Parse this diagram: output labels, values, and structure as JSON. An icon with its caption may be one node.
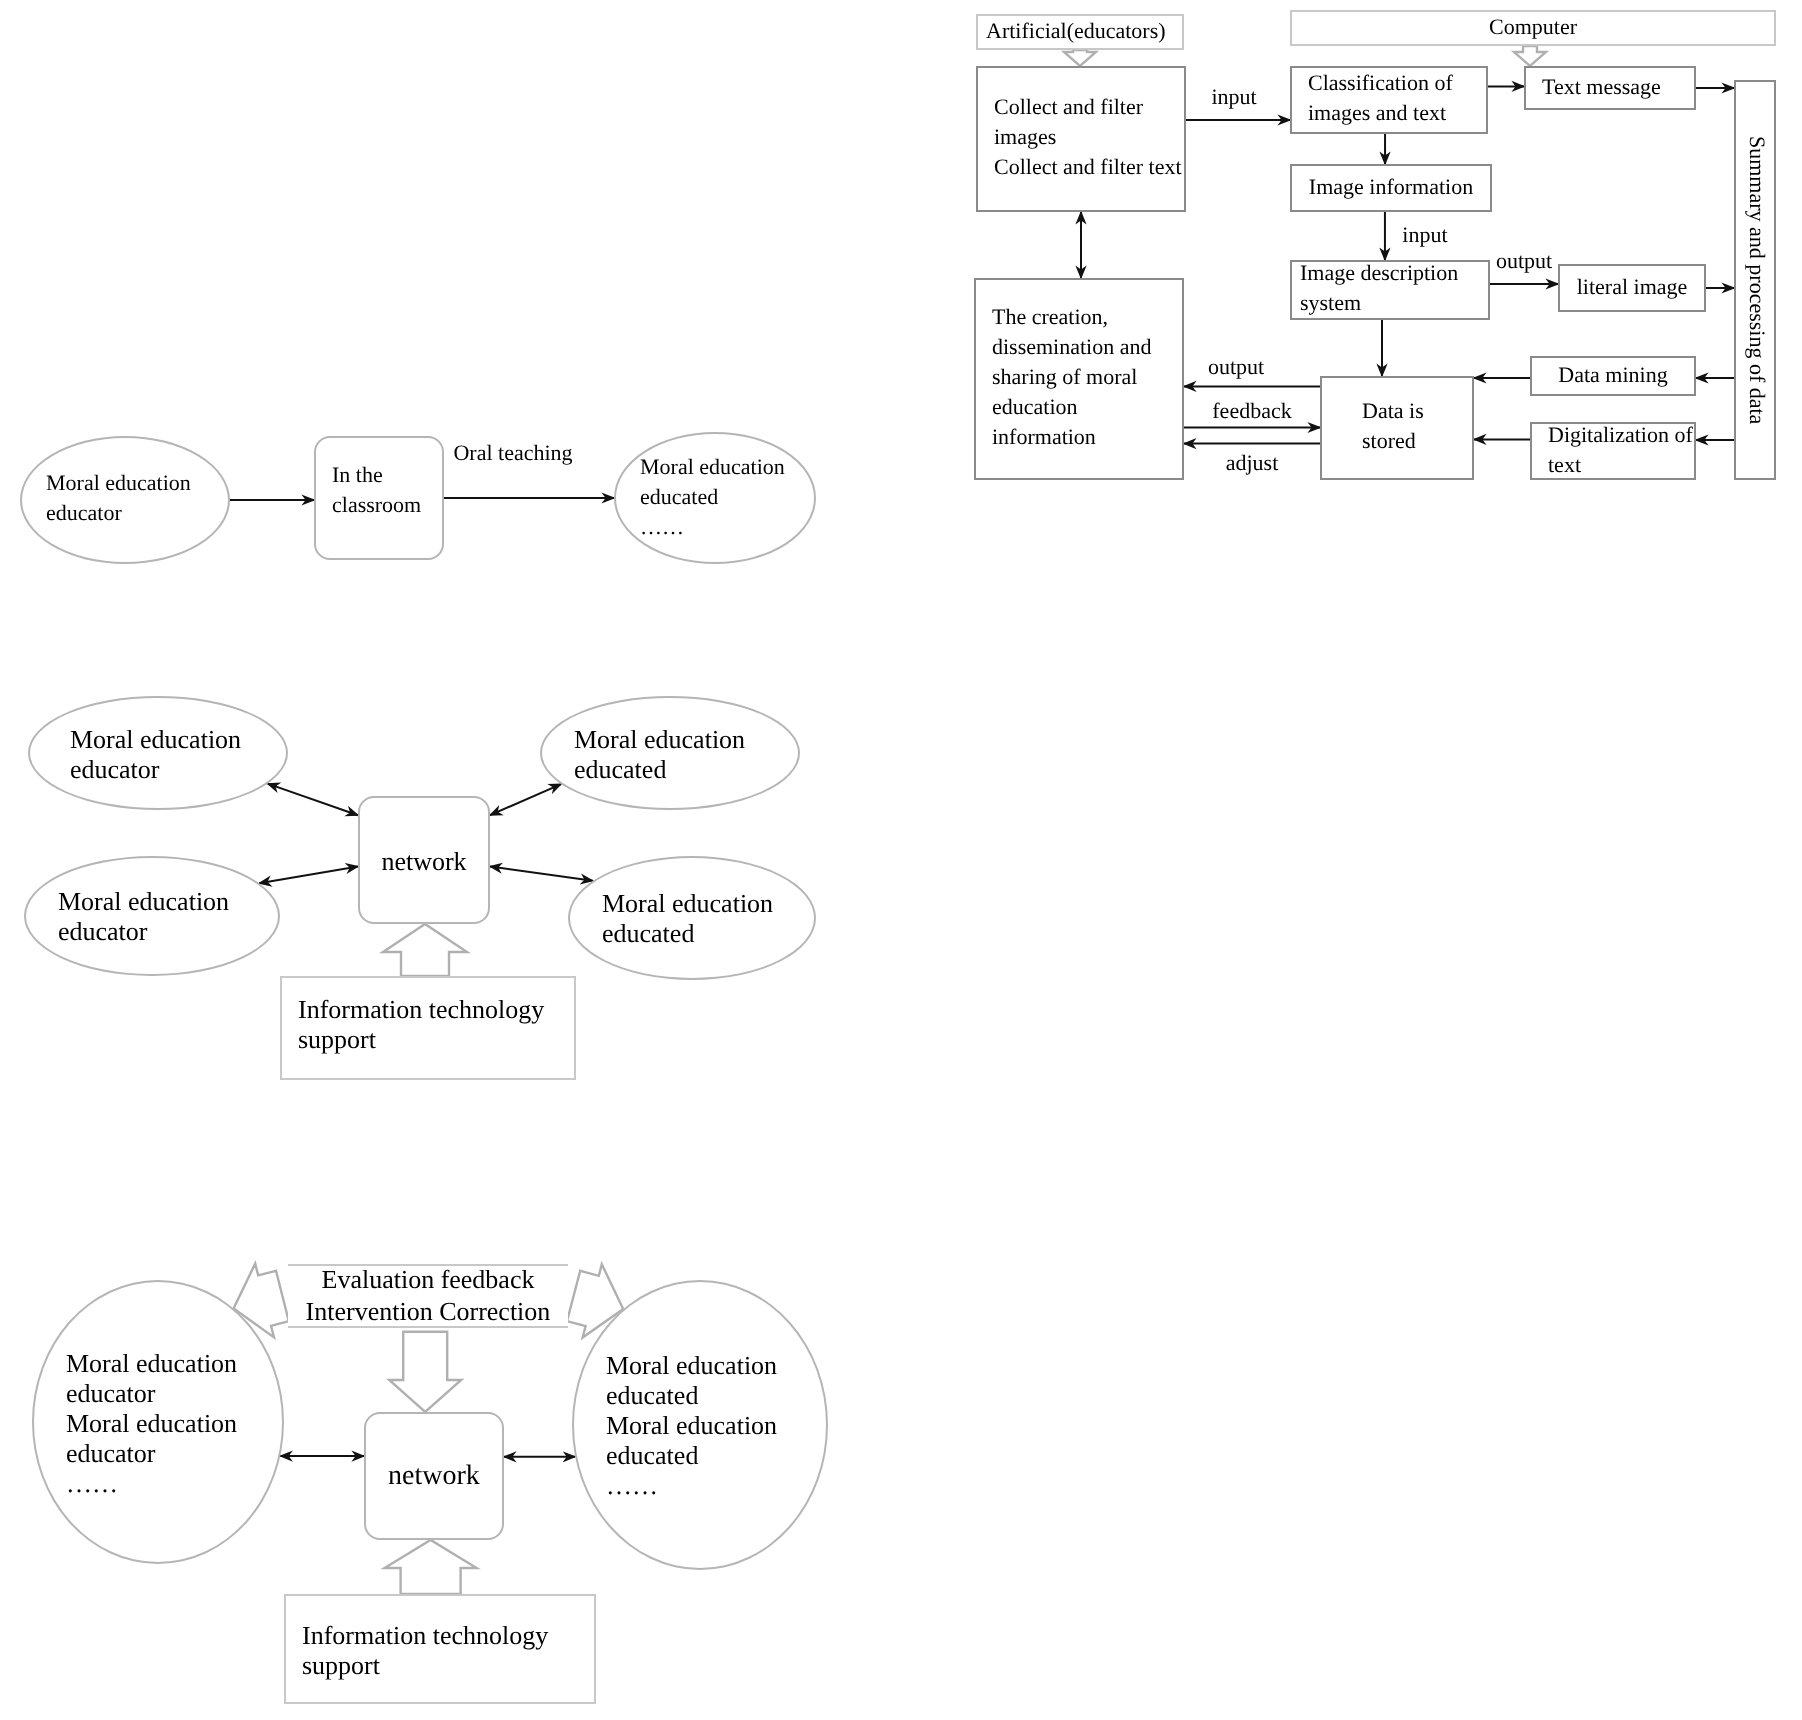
{
  "diagram": {
    "nodes": [
      {
        "text": [
          "Moral education educator"
        ]
      },
      {
        "text": [
          "In the classroom"
        ]
      },
      {
        "text": [
          "Moral education educated",
          "……"
        ]
      },
      {
        "text": [
          "Moral education educator"
        ]
      },
      {
        "text": [
          "Moral education educated"
        ]
      },
      {
        "text": [
          "network"
        ]
      },
      {
        "text": [
          "Moral education educator"
        ]
      },
      {
        "text": [
          "Moral education educated"
        ]
      },
      {
        "text": [
          "Information technology support"
        ]
      },
      {
        "text": [
          "Evaluation feedback",
          "Intervention Correction"
        ]
      },
      {
        "text": [
          "Moral education educator",
          "Moral education educator",
          "……"
        ]
      },
      {
        "text": [
          "Moral education educated",
          "Moral education educated",
          "……"
        ]
      },
      {
        "text": [
          "network"
        ]
      },
      {
        "text": [
          "Information technology support"
        ]
      },
      {
        "text": [
          "Artificial(educators)"
        ]
      },
      {
        "text": [
          "Computer"
        ]
      },
      {
        "text": [
          "Collect and filter images",
          "Collect and filter text"
        ]
      },
      {
        "text": [
          "Classification of images and text"
        ]
      },
      {
        "text": [
          "Text message"
        ]
      },
      {
        "text": [
          "Summary and processing of data"
        ]
      },
      {
        "text": [
          "Image information"
        ]
      },
      {
        "text": [
          "Image description system"
        ]
      },
      {
        "text": [
          "literal image"
        ]
      },
      {
        "text": [
          "The creation, dissemination and sharing of moral education information"
        ]
      },
      {
        "text": [
          "Data is stored"
        ]
      },
      {
        "text": [
          "Data mining"
        ]
      },
      {
        "text": [
          "Digitalization of text"
        ]
      }
    ],
    "edges": [
      {
        "from": 0,
        "to": 1,
        "arrow": "to"
      },
      {
        "from": 1,
        "to": 2,
        "arrow": "to",
        "label": "Oral teaching"
      },
      {
        "from": 3,
        "to": 5,
        "arrow": "both"
      },
      {
        "from": 4,
        "to": 5,
        "arrow": "both"
      },
      {
        "from": 6,
        "to": 5,
        "arrow": "both"
      },
      {
        "from": 7,
        "to": 5,
        "arrow": "both"
      },
      {
        "from": 8,
        "to": 5,
        "arrow": "to",
        "style": "thick"
      },
      {
        "from": 10,
        "to": 12,
        "arrow": "both"
      },
      {
        "from": 12,
        "to": 11,
        "arrow": "both"
      },
      {
        "from": 9,
        "to": 12,
        "arrow": "to",
        "style": "thick"
      },
      {
        "from": 13,
        "to": 12,
        "arrow": "to",
        "style": "thick"
      },
      {
        "from": 9,
        "to": 10,
        "arrow": "to",
        "style": "thick"
      },
      {
        "from": 9,
        "to": 11,
        "arrow": "to",
        "style": "thick"
      },
      {
        "from": 14,
        "to": 16,
        "arrow": "to",
        "style": "thick"
      },
      {
        "from": 15,
        "to": 18,
        "arrow": "to",
        "style": "thick"
      },
      {
        "from": 16,
        "to": 17,
        "arrow": "to",
        "label": "input"
      },
      {
        "from": 17,
        "to": 18,
        "arrow": "to"
      },
      {
        "from": 18,
        "to": 19,
        "arrow": "to"
      },
      {
        "from": 17,
        "to": 20,
        "arrow": "to"
      },
      {
        "from": 20,
        "to": 21,
        "arrow": "to",
        "label": "input"
      },
      {
        "from": 21,
        "to": 22,
        "arrow": "to",
        "label": "output"
      },
      {
        "from": 22,
        "to": 19,
        "arrow": "to"
      },
      {
        "from": 21,
        "to": 24,
        "arrow": "to"
      },
      {
        "from": 24,
        "to": 23,
        "arrow": "to",
        "label": "output"
      },
      {
        "from": 23,
        "to": 24,
        "arrow": "to",
        "label": "feedback"
      },
      {
        "from": 24,
        "to": 23,
        "arrow": "to",
        "label": "adjust"
      },
      {
        "from": 19,
        "to": 25,
        "arrow": "to"
      },
      {
        "from": 25,
        "to": 24,
        "arrow": "to"
      },
      {
        "from": 19,
        "to": 26,
        "arrow": "to"
      },
      {
        "from": 26,
        "to": 24,
        "arrow": "to"
      },
      {
        "from": 16,
        "to": 23,
        "arrow": "both"
      }
    ]
  }
}
